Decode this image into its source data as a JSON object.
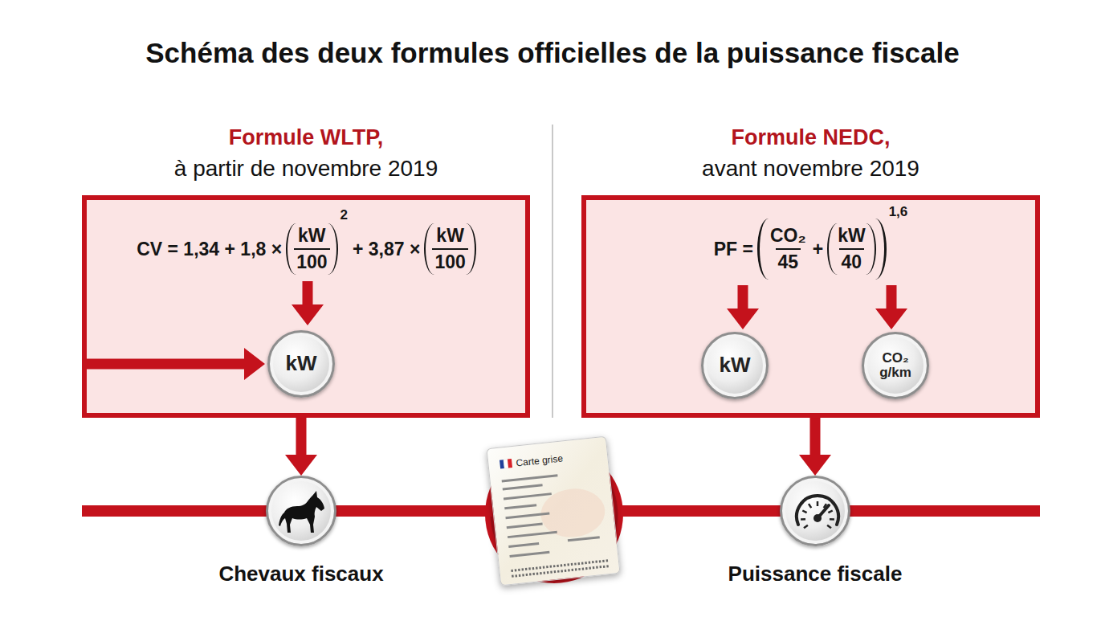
{
  "diagram": {
    "title": "Schéma des deux formules officielles de la puissance fiscale",
    "nodes": [
      {
        "text": [
          "Formule WLTP,",
          "à partir de novembre 2019"
        ]
      },
      {
        "text": [
          "kW"
        ],
        "in": 0
      },
      {
        "text": [
          "Formule NEDC,",
          "avant novembre 2019"
        ]
      },
      {
        "text": [
          "kW"
        ],
        "in": 2
      },
      {
        "text": [
          "CO₂ g/km"
        ],
        "in": 2
      },
      {
        "text": [
          "Chevaux fiscaux"
        ]
      },
      {
        "text": [
          "Carte grise"
        ]
      },
      {
        "text": [
          "Puissance fiscale"
        ]
      }
    ],
    "edges": [
      {
        "from": 0,
        "to": 5,
        "arrow": "to"
      },
      {
        "from": 2,
        "to": 7,
        "arrow": "to"
      },
      {
        "from": 5,
        "to": 6,
        "arrow": "none"
      },
      {
        "from": 6,
        "to": 7,
        "arrow": "none"
      }
    ],
    "labels": [
      "CV = 1,34 + 1,8 ×",
      "kW",
      "100",
      "2",
      "+ 3,87 ×",
      "kW",
      "100",
      "PF =",
      "CO₂",
      "45",
      "+",
      "kW",
      "40",
      "1,6"
    ]
  }
}
